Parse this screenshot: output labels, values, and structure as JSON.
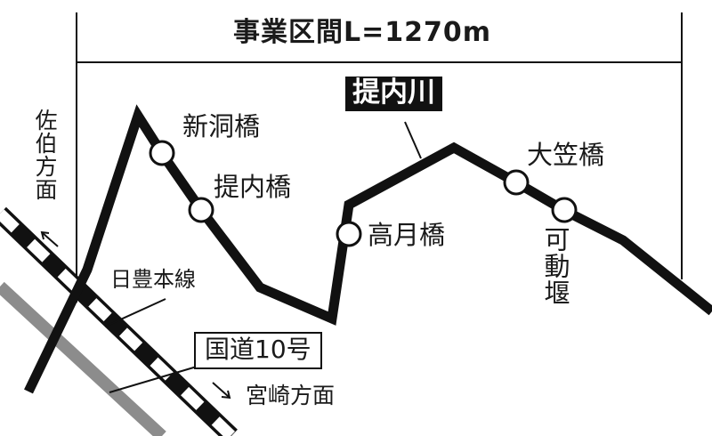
{
  "project": {
    "section_label": "事業区間L=1270m"
  },
  "river": {
    "name": "提内川"
  },
  "bridges": [
    {
      "id": "shindo",
      "name": "新洞橋"
    },
    {
      "id": "teinai",
      "name": "提内橋"
    },
    {
      "id": "takatsuki",
      "name": "高月橋"
    },
    {
      "id": "okasa",
      "name": "大笠橋"
    }
  ],
  "weir": {
    "name": "可動堰"
  },
  "railway": {
    "name": "日豊本線"
  },
  "road": {
    "name": "国道10号"
  },
  "directions": {
    "saiki": "佐伯方面",
    "miyazaki": "宮崎方面"
  },
  "colors": {
    "line": "#111111",
    "road_gray": "#8c8c8c",
    "background": "#ffffff",
    "label_bg": "#111111",
    "label_text": "#ffffff"
  }
}
